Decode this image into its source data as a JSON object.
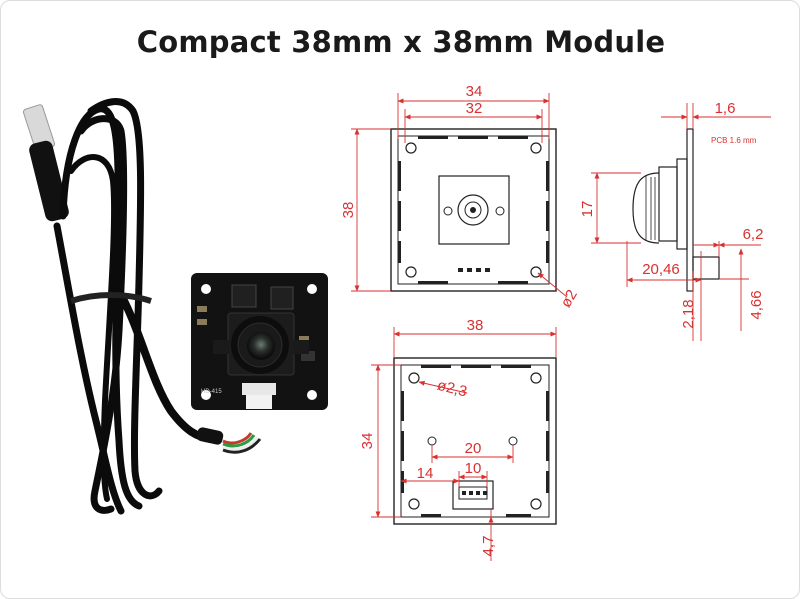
{
  "title": "Compact 38mm x 38mm Module",
  "colors": {
    "dimension": "#d93030",
    "outline": "#222222",
    "pcb": "#111111"
  },
  "camera": {
    "pcb_label": "HD-415"
  },
  "front_view": {
    "width_outer": "34",
    "width_inner": "32",
    "height": "38",
    "hole": "ø2"
  },
  "side_view": {
    "pcb_thickness": "1,6",
    "pcb_note": "PCB 1.6 mm",
    "lens_height": "17",
    "connector_offset": "6,2",
    "lens_depth": "20,46",
    "pcb_depth": "2,18",
    "connector_height": "4,66"
  },
  "back_view": {
    "width": "38",
    "height": "34",
    "hole": "ø2,3",
    "hole_spacing": "20",
    "connector_offset": "14",
    "connector_width": "10",
    "connector_edge": "4,7"
  }
}
